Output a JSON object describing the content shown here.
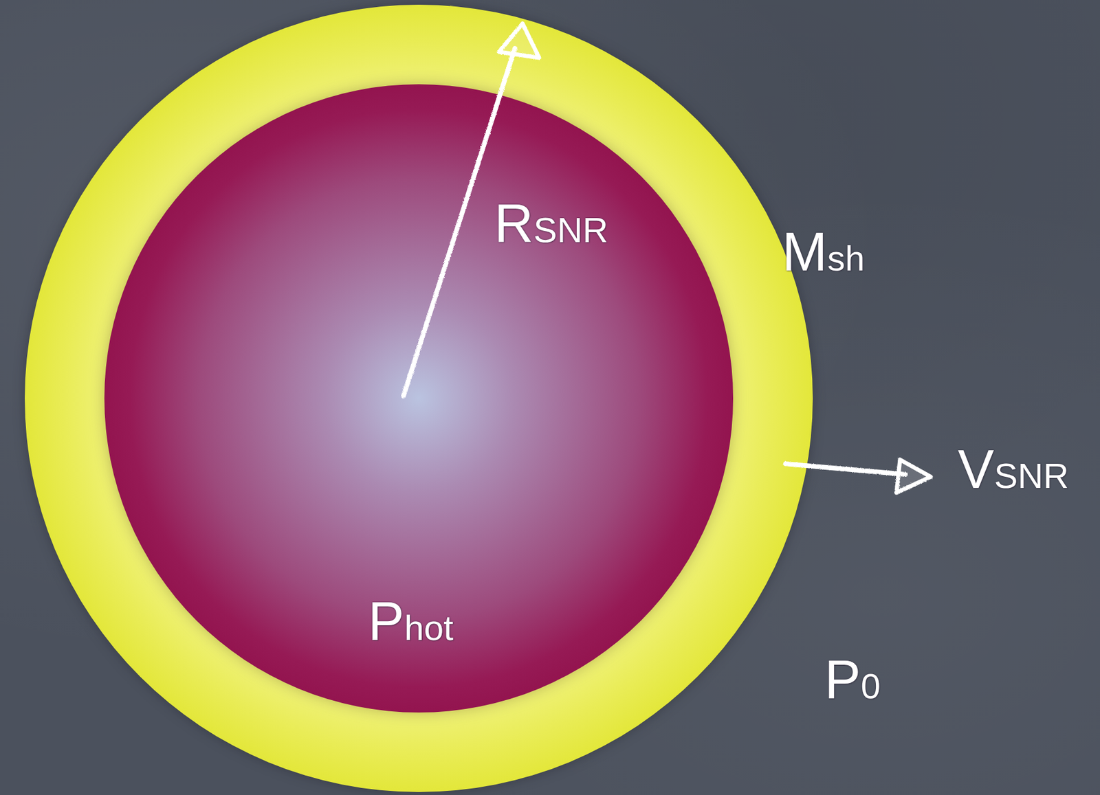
{
  "diagram": {
    "nodes": [
      {
        "text": [
          "Msh"
        ]
      },
      {
        "text": [
          "RSNR",
          "Phot"
        ],
        "in": 0
      }
    ],
    "labels": [
      "VSNR",
      "P0"
    ]
  }
}
